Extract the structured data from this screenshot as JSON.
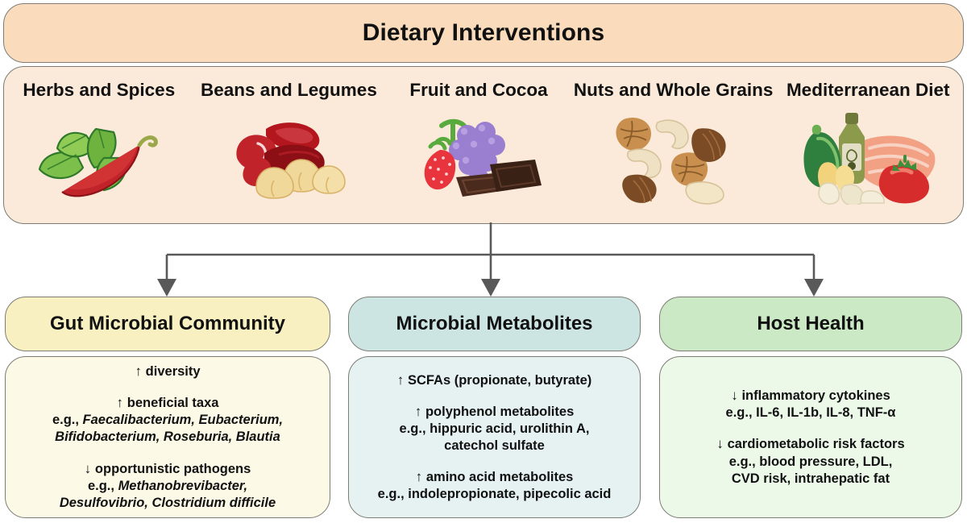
{
  "top": {
    "title": "Dietary Interventions",
    "columns": [
      {
        "label": "Herbs and Spices",
        "art": "basil-chili-illustration"
      },
      {
        "label": "Beans and Legumes",
        "art": "beans-chickpeas-illustration"
      },
      {
        "label": "Fruit and Cocoa",
        "art": "strawberry-grapes-chocolate-illustration"
      },
      {
        "label": "Nuts and Whole Grains",
        "art": "mixed-nuts-illustration"
      },
      {
        "label": "Mediterranean Diet",
        "art": "olive-oil-salmon-vegetables-illustration"
      }
    ]
  },
  "connectors": {
    "icon": "down-arrow-icon",
    "count": 3,
    "color": "#595959"
  },
  "columns": [
    {
      "id": "gut-microbial-community",
      "header": "Gut Microbial Community",
      "accent": "#f8f0c0",
      "body_color": "#fcfae6",
      "blocks": [
        {
          "lines": [
            {
              "arrow": "↑",
              "text": "diversity"
            }
          ]
        },
        {
          "lines": [
            {
              "arrow": "↑",
              "text": "beneficial taxa"
            },
            {
              "arrow": "",
              "text": "e.g., ",
              "italic": "Faecalibacterium, Eubacterium,"
            },
            {
              "arrow": "",
              "text": "",
              "italic": "Bifidobacterium, Roseburia, Blautia"
            }
          ]
        },
        {
          "lines": [
            {
              "arrow": "↓",
              "text": "opportunistic pathogens"
            },
            {
              "arrow": "",
              "text": "e.g., ",
              "italic": "Methanobrevibacter,"
            },
            {
              "arrow": "",
              "text": "",
              "italic": "Desulfovibrio, Clostridium difficile"
            }
          ]
        }
      ]
    },
    {
      "id": "microbial-metabolites",
      "header": "Microbial Metabolites",
      "accent": "#cce5e2",
      "body_color": "#e5f2f1",
      "blocks": [
        {
          "lines": [
            {
              "arrow": "↑",
              "text": "SCFAs (propionate, butyrate)"
            }
          ]
        },
        {
          "lines": [
            {
              "arrow": "↑",
              "text": "polyphenol metabolites"
            },
            {
              "arrow": "",
              "text": "e.g., hippuric acid, urolithin A,"
            },
            {
              "arrow": "",
              "text": "catechol sulfate"
            }
          ]
        },
        {
          "lines": [
            {
              "arrow": "↑",
              "text": "amino acid metabolites"
            },
            {
              "arrow": "",
              "text": "e.g., indolepropionate, pipecolic acid"
            }
          ]
        }
      ]
    },
    {
      "id": "host-health",
      "header": "Host Health",
      "accent": "#cbe9c5",
      "body_color": "#ecf9e9",
      "blocks": [
        {
          "lines": [
            {
              "arrow": "↓",
              "text": "inflammatory cytokines"
            },
            {
              "arrow": "",
              "text": "e.g., IL-6, IL-1b, IL-8, TNF-α"
            }
          ]
        },
        {
          "lines": [
            {
              "arrow": "↓",
              "text": "cardiometabolic risk factors"
            },
            {
              "arrow": "",
              "text": "e.g., blood pressure, LDL,"
            },
            {
              "arrow": "",
              "text": "CVD risk, intrahepatic fat"
            }
          ]
        }
      ]
    }
  ]
}
